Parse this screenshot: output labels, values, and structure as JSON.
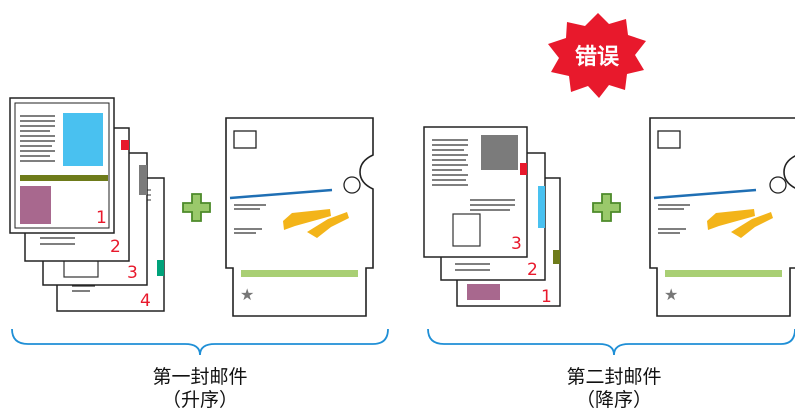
{
  "error_badge": {
    "label": "错误",
    "color": "#e8192c"
  },
  "left_group": {
    "title": "第一封邮件",
    "subtitle": "（升序）",
    "page_numbers": [
      "1",
      "2",
      "3",
      "4"
    ]
  },
  "right_group": {
    "title": "第二封邮件",
    "subtitle": "（降序）",
    "page_numbers": [
      "3",
      "2",
      "1"
    ]
  },
  "colors": {
    "page_number": "#e8192c",
    "plus_fill": "#9ac96b",
    "plus_stroke": "#4d8a2a",
    "bracket": "#1f8fd6",
    "envelope_blue_line": "#1f6fb4",
    "envelope_yellow": "#f3b419",
    "envelope_green_bar": "#a9cf74",
    "photo_blue": "#49c1f0",
    "photo_gray": "#7b7b7b",
    "photo_mauve": "#a8688e",
    "olive_bar": "#6e7b1a",
    "tab_green": "#00a27a",
    "tab_red": "#e8192c"
  }
}
